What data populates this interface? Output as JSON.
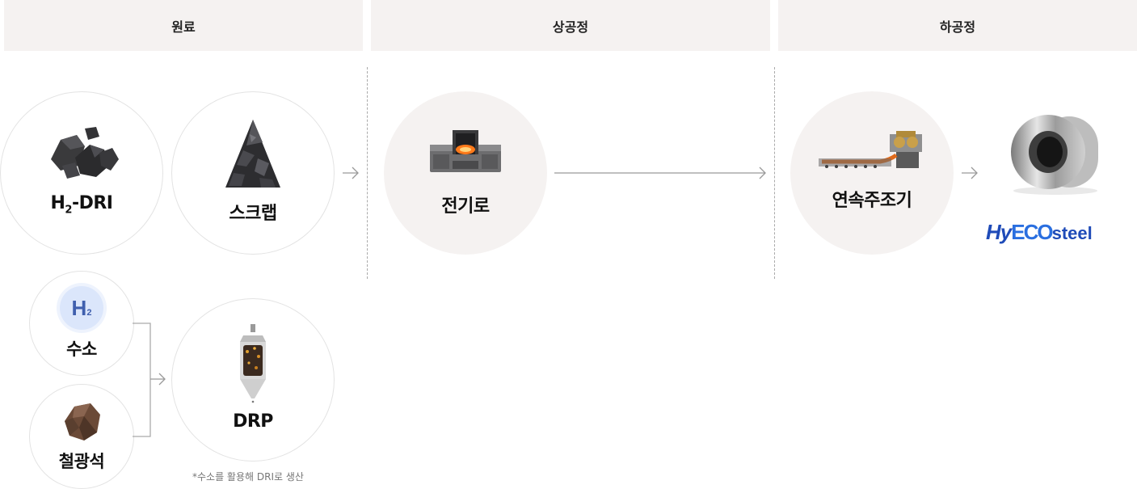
{
  "headers": {
    "raw": "원료",
    "upstream": "상공정",
    "downstream": "하공정"
  },
  "materials": {
    "h2dri": {
      "label_main": "H",
      "label_sub": "2",
      "label_rest": "-DRI",
      "icon": "rock-pile-icon"
    },
    "scrap": {
      "label": "스크랩",
      "icon": "scrap-pile-icon"
    },
    "hydrogen": {
      "label": "수소",
      "icon_text": "H",
      "icon_sub": "2",
      "icon": "hydrogen-icon"
    },
    "iron_ore": {
      "label": "철광석",
      "icon": "ore-icon"
    },
    "drp": {
      "label": "DRP",
      "icon": "reactor-tower-icon"
    },
    "drp_note": "*수소를 활용해 DRI로 생산"
  },
  "upstream": {
    "eaf": {
      "label": "전기로",
      "icon": "furnace-icon"
    }
  },
  "downstream": {
    "caster": {
      "label": "연속주조기",
      "icon": "caster-icon"
    },
    "product": {
      "brand_a": "Hy",
      "brand_b": "ECO",
      "brand_c": "steel",
      "icon": "steel-coil-icon"
    }
  },
  "colors": {
    "header_bg": "#f5f2f1",
    "circle_fill": "#f5f2f1",
    "brand_blue": "#1f4bb8",
    "line_gray": "#aaaaaa"
  }
}
